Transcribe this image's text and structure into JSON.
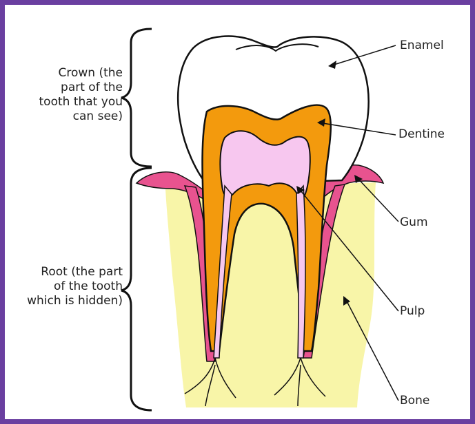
{
  "colors": {
    "frame": "#6a3fa0",
    "enamel": "#ffffff",
    "dentine": "#f39a0d",
    "pulp": "#f7c7ef",
    "gum": "#e8538f",
    "bone": "#f8f5a8",
    "outline": "#111111"
  },
  "labels": {
    "enamel": "Enamel",
    "dentine": "Dentine",
    "gum": "Gum",
    "pulp": "Pulp",
    "bone": "Bone"
  },
  "crown_label": {
    "lines": [
      "Crown (the",
      "part of the",
      "tooth that you",
      "can see)"
    ]
  },
  "root_label": {
    "lines": [
      "Root (the part",
      "of the tooth",
      "which is hidden)"
    ]
  }
}
